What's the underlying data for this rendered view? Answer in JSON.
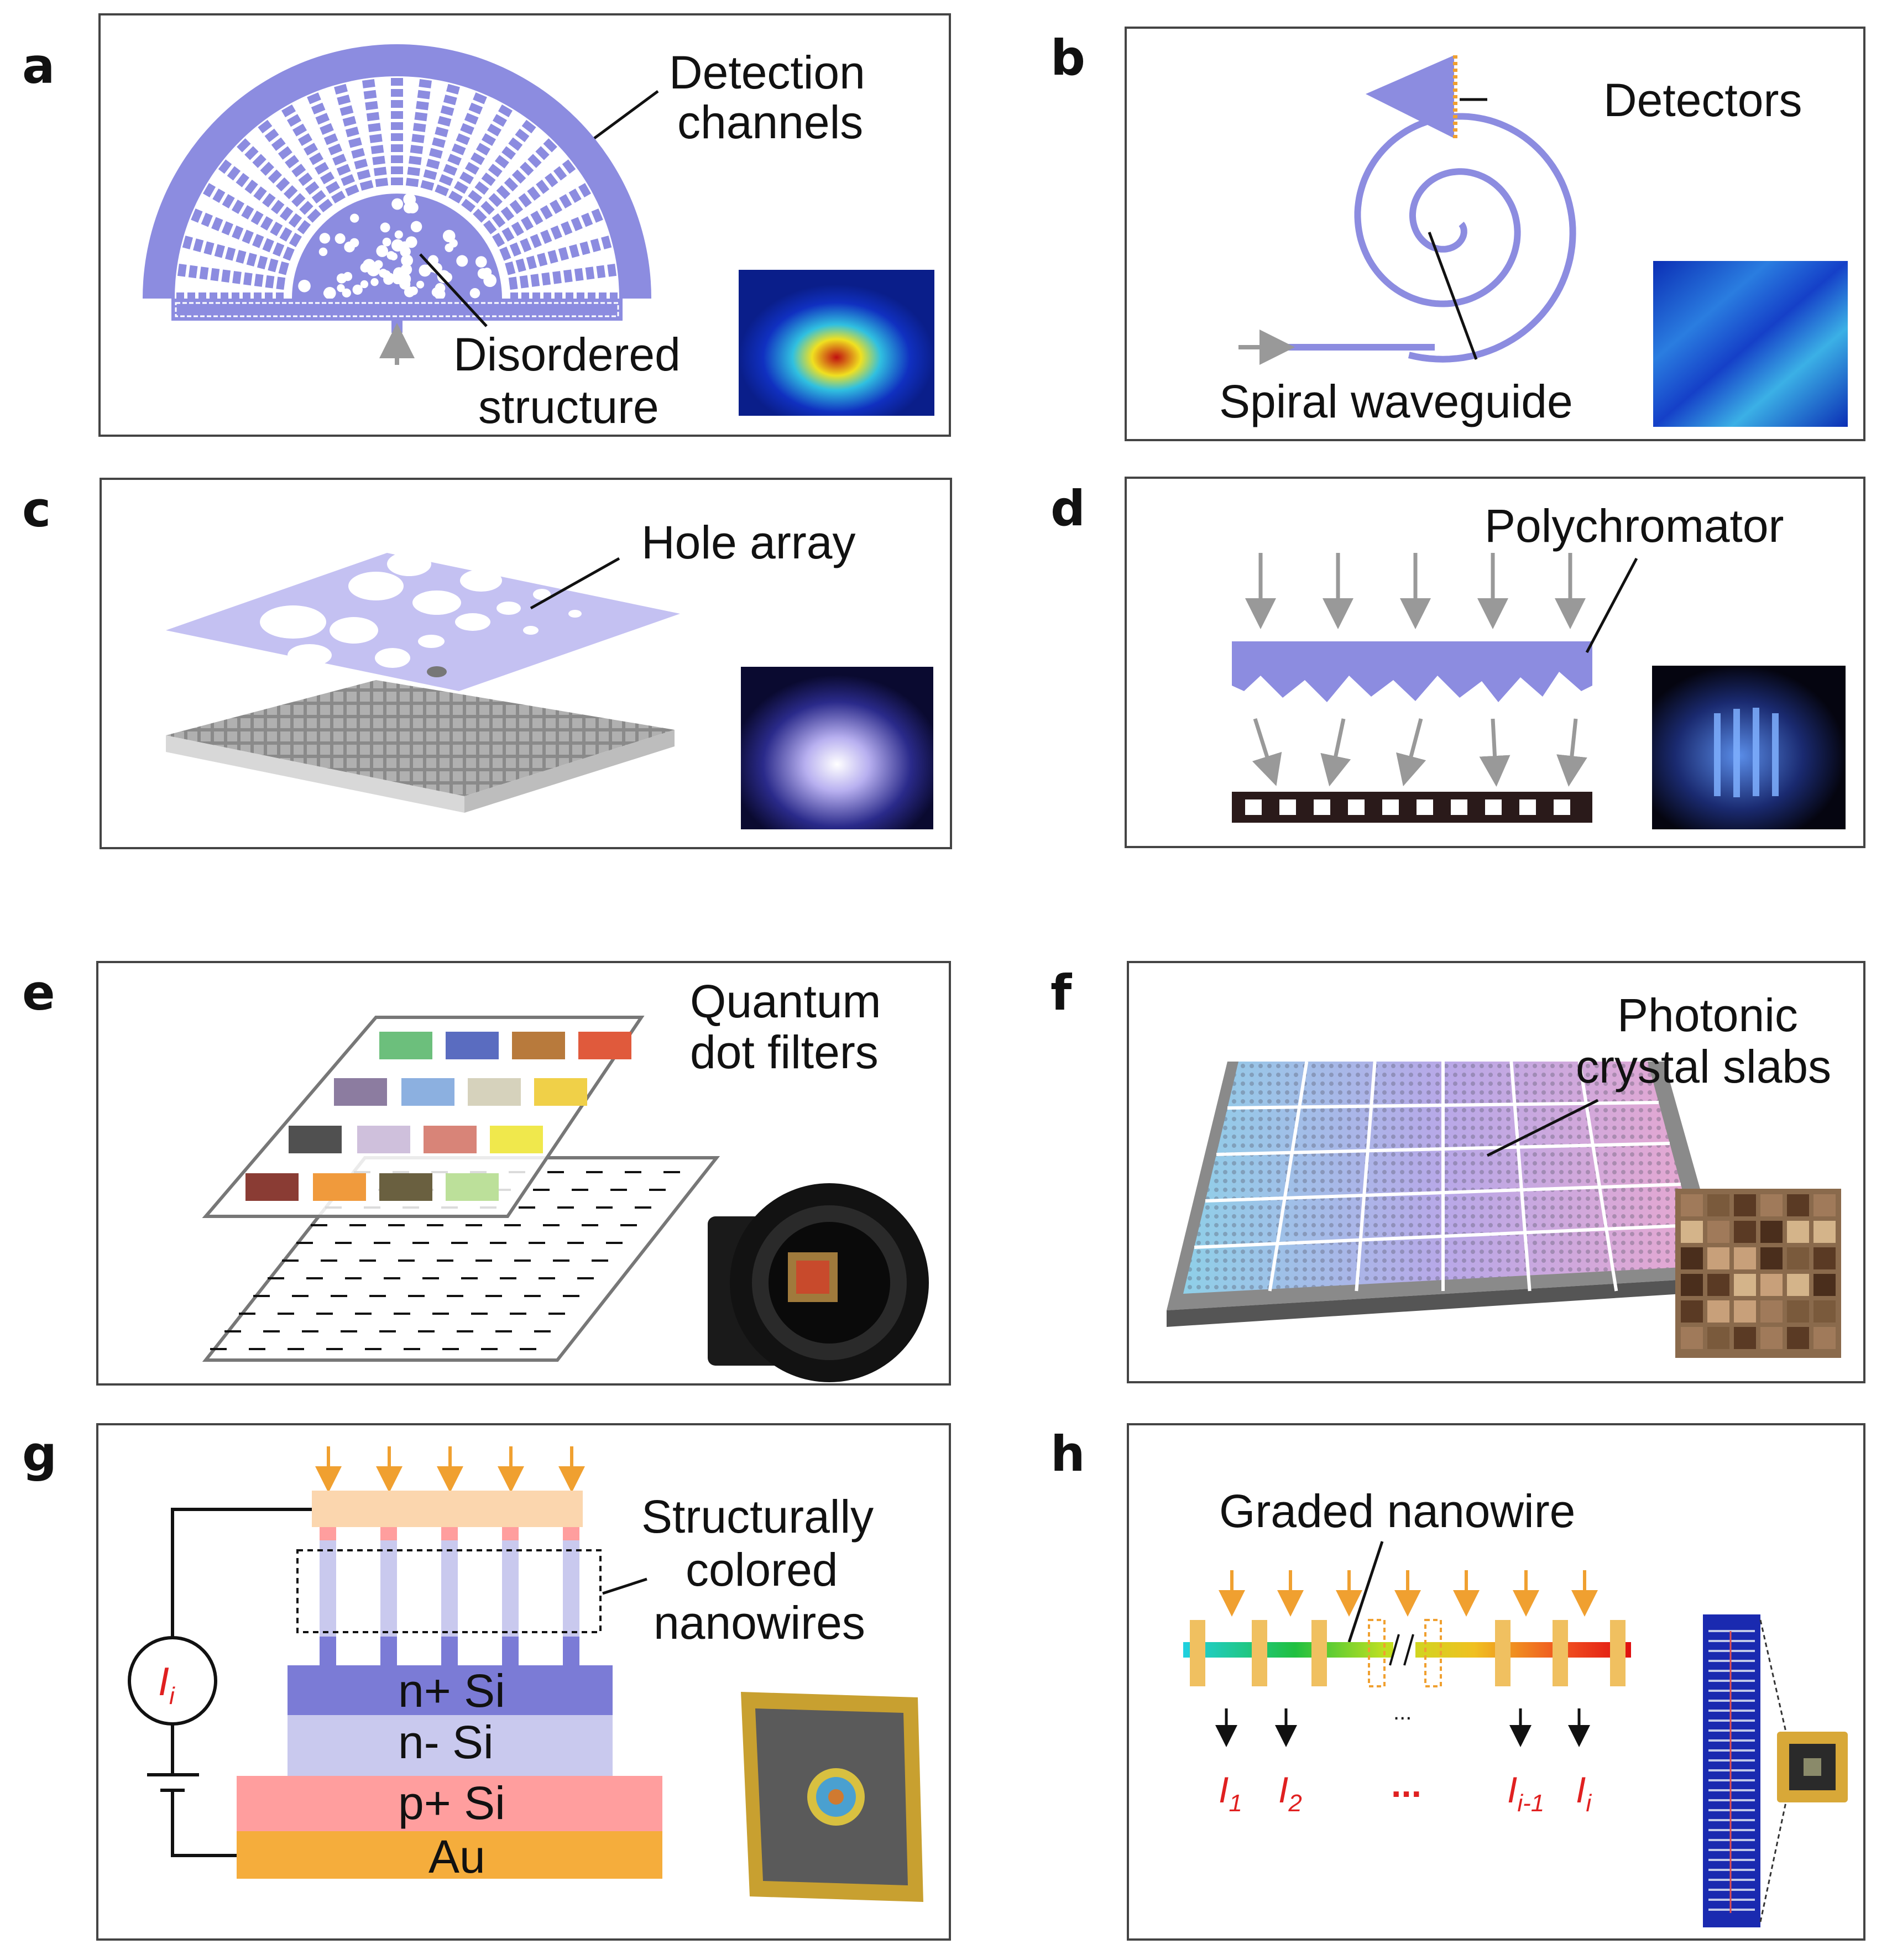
{
  "panels": {
    "a": {
      "letter": "a",
      "labels": [
        "Detection",
        "channels",
        "Disordered",
        "structure"
      ]
    },
    "b": {
      "letter": "b",
      "labels": [
        "Detectors",
        "Spiral waveguide"
      ]
    },
    "c": {
      "letter": "c",
      "labels": [
        "Hole array"
      ]
    },
    "d": {
      "letter": "d",
      "labels": [
        "Polychromator"
      ]
    },
    "e": {
      "letter": "e",
      "labels": [
        "Quantum",
        "dot filters"
      ]
    },
    "f": {
      "letter": "f",
      "labels": [
        "Photonic",
        "crystal slabs"
      ]
    },
    "g": {
      "letter": "g",
      "labels": [
        "Structurally",
        "colored",
        "nanowires"
      ],
      "layers": [
        "n+ Si",
        "n- Si",
        "p+ Si",
        "Au"
      ],
      "current": {
        "symbol": "I",
        "subscript": "i"
      }
    },
    "h": {
      "letter": "h",
      "labels": [
        "Graded nanowire"
      ],
      "currents": [
        {
          "symbol": "I",
          "subscript": "1"
        },
        {
          "symbol": "I",
          "subscript": "2"
        },
        {
          "symbol": "I",
          "subscript": "i-1"
        },
        {
          "symbol": "I",
          "subscript": "i"
        }
      ],
      "ellipsis_gap": "...",
      "ellipsis": "..."
    }
  },
  "colors": {
    "waveguide": "#8c8ce0",
    "arrow_gray": "#999999",
    "arrow_orange": "#f0a030",
    "text_red": "#e02020",
    "au": "#f5ad3c",
    "p_si": "#ff9e9e",
    "n_minus_si": "#c9c9ee",
    "n_plus_si": "#7b7bd6"
  }
}
